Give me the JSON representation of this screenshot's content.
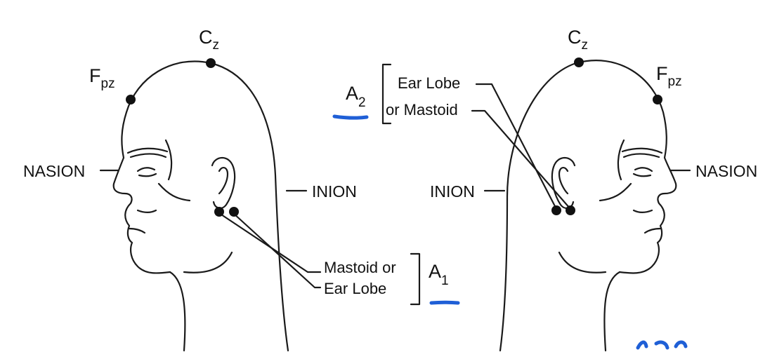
{
  "left_head": {
    "cz": {
      "main": "C",
      "sub": "z"
    },
    "fpz": {
      "main": "F",
      "sub": "pz"
    },
    "nasion": "NASION",
    "inion": "INION",
    "a1": {
      "main": "A",
      "sub": "1"
    },
    "a1_lines": [
      "Mastoid or",
      "Ear Lobe"
    ]
  },
  "right_head": {
    "cz": {
      "main": "C",
      "sub": "z"
    },
    "fpz": {
      "main": "F",
      "sub": "pz"
    },
    "nasion": "NASION",
    "inion": "INION",
    "a2": {
      "main": "A",
      "sub": "2"
    },
    "a2_lines": [
      "Ear Lobe",
      "or Mastoid"
    ]
  },
  "colors": {
    "ink": "#111111",
    "highlight": "#1f5fd6"
  }
}
